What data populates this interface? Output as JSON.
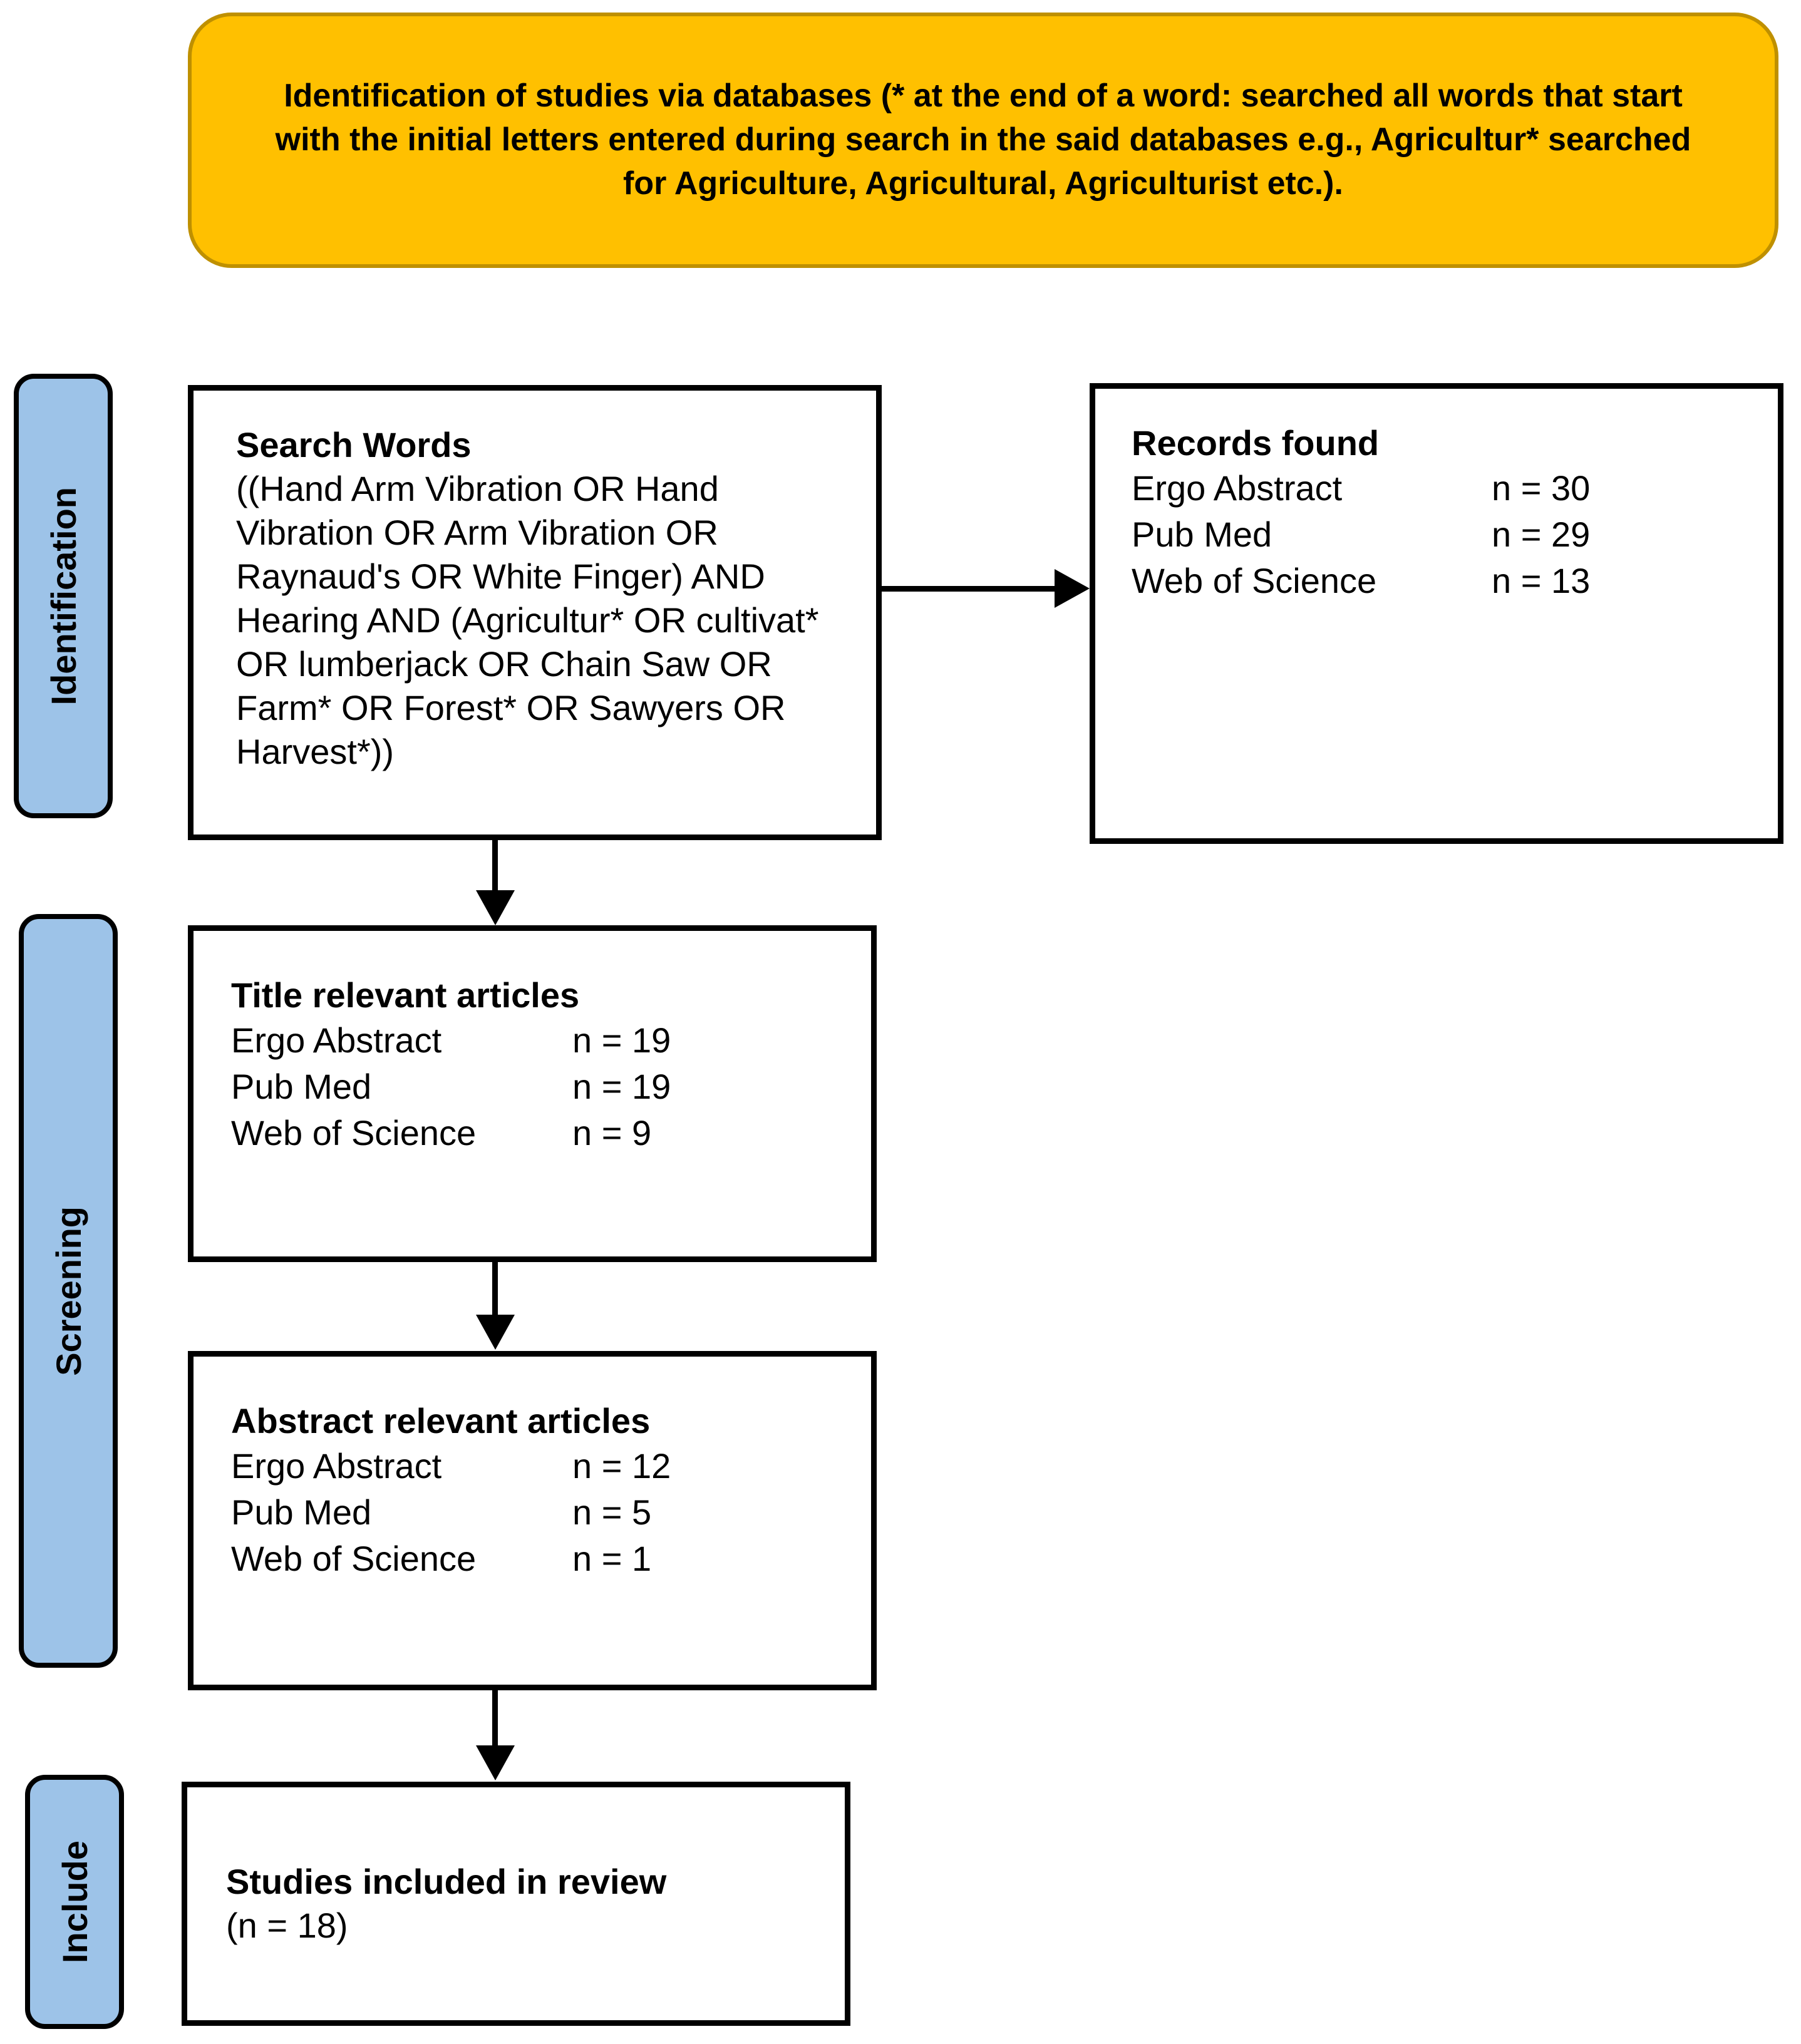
{
  "header": {
    "text": "Identification of studies via databases (* at the end of a word: searched all words that start with the initial letters entered during search in the said databases e.g., Agricultur* searched for Agriculture, Agricultural, Agriculturist etc.)."
  },
  "stages": [
    {
      "label": "Identification"
    },
    {
      "label": "Screening"
    },
    {
      "label": "Include"
    }
  ],
  "boxes": {
    "search": {
      "title": "Search Words",
      "query": "((Hand Arm Vibration OR Hand Vibration OR Arm Vibration OR Raynaud's OR White Finger) AND Hearing AND (Agricultur* OR cultivat* OR lumberjack OR Chain Saw OR Farm* OR Forest* OR Sawyers OR Harvest*))"
    },
    "records": {
      "title": "Records found",
      "rows": [
        {
          "source": "Ergo Abstract",
          "count": "n = 30"
        },
        {
          "source": "Pub Med",
          "count": "n = 29"
        },
        {
          "source": "Web of Science",
          "count": "n = 13"
        }
      ]
    },
    "title_relevant": {
      "title": "Title relevant articles",
      "rows": [
        {
          "source": "Ergo Abstract",
          "count": "n = 19"
        },
        {
          "source": "Pub Med",
          "count": "n = 19"
        },
        {
          "source": "Web of Science",
          "count": "n = 9"
        }
      ]
    },
    "abstract_relevant": {
      "title": "Abstract relevant articles",
      "rows": [
        {
          "source": "Ergo Abstract",
          "count": "n = 12"
        },
        {
          "source": "Pub Med",
          "count": "n = 5"
        },
        {
          "source": "Web of Science",
          "count": "n = 1"
        }
      ]
    },
    "included": {
      "title": "Studies included in review",
      "subtitle": "(n = 18)"
    }
  },
  "colors": {
    "header_fill": "#FFC000",
    "header_border": "#BF9000",
    "stage_fill": "#9DC3E8",
    "box_border": "#000000",
    "arrow": "#000000"
  }
}
